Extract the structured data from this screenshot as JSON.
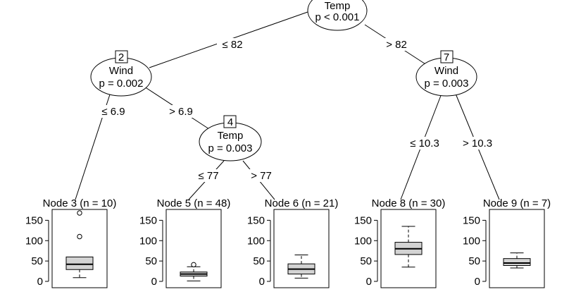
{
  "tree": {
    "inner_nodes": [
      {
        "id": "1",
        "variable": "Temp",
        "pvalue": "p < 0.001",
        "show_id": false
      },
      {
        "id": "2",
        "variable": "Wind",
        "pvalue": "p = 0.002",
        "show_id": true
      },
      {
        "id": "4",
        "variable": "Temp",
        "pvalue": "p = 0.003",
        "show_id": true
      },
      {
        "id": "7",
        "variable": "Wind",
        "pvalue": "p = 0.003",
        "show_id": true
      }
    ],
    "edges": [
      {
        "from": "1",
        "to": "2",
        "label": "≤ 82"
      },
      {
        "from": "1",
        "to": "7",
        "label": "> 82"
      },
      {
        "from": "2",
        "to": "3",
        "label": "≤ 6.9"
      },
      {
        "from": "2",
        "to": "4",
        "label": "> 6.9"
      },
      {
        "from": "4",
        "to": "5",
        "label": "≤ 77"
      },
      {
        "from": "4",
        "to": "6",
        "label": "> 77"
      },
      {
        "from": "7",
        "to": "8",
        "label": "≤ 10.3"
      },
      {
        "from": "7",
        "to": "9",
        "label": "> 10.3"
      }
    ]
  },
  "chart_data": {
    "type": "boxplot",
    "y_ticks": [
      0,
      50,
      100,
      150
    ],
    "ylim": [
      0,
      168
    ],
    "terminal_nodes": [
      {
        "id": "3",
        "title": "Node 3 (n = 10)",
        "min": 9,
        "q1": 29,
        "median": 42,
        "q3": 60,
        "max": 60,
        "outliers": [
          110,
          168
        ]
      },
      {
        "id": "5",
        "title": "Node 5 (n = 48)",
        "min": 1,
        "q1": 13,
        "median": 18,
        "q3": 23,
        "max": 36,
        "outliers": [
          41
        ]
      },
      {
        "id": "6",
        "title": "Node 6 (n = 21)",
        "min": 8,
        "q1": 18,
        "median": 30,
        "q3": 43,
        "max": 65,
        "outliers": []
      },
      {
        "id": "8",
        "title": "Node 8 (n = 30)",
        "min": 35,
        "q1": 66,
        "median": 80,
        "q3": 96,
        "max": 135,
        "outliers": []
      },
      {
        "id": "9",
        "title": "Node 9 (n = 7)",
        "min": 33,
        "q1": 39,
        "median": 45,
        "q3": 56,
        "max": 70,
        "outliers": []
      }
    ]
  }
}
